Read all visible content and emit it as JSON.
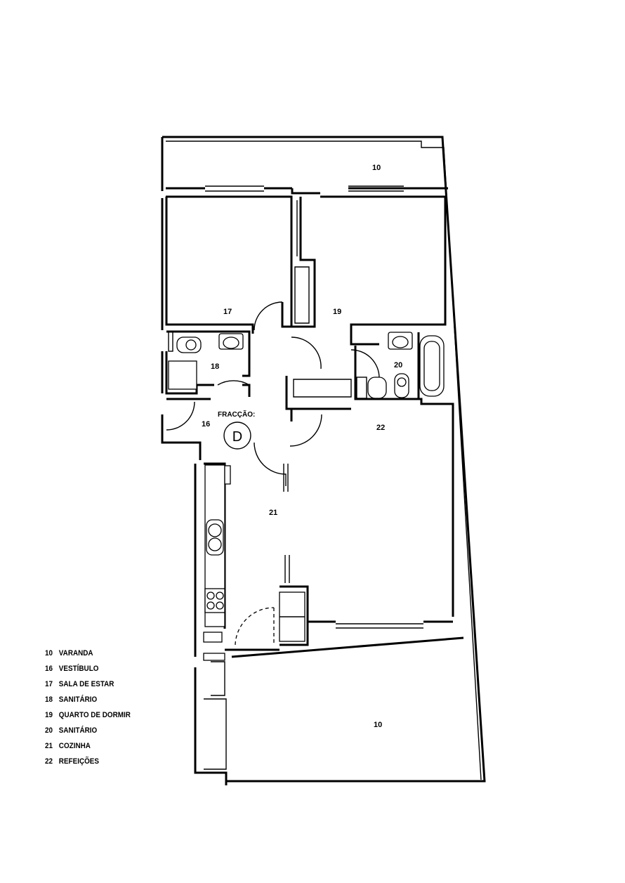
{
  "plan": {
    "rooms": [
      {
        "id": "10",
        "name": "VARANDA"
      },
      {
        "id": "16",
        "name": "VESTÍBULO"
      },
      {
        "id": "17",
        "name": "SALA DE ESTAR"
      },
      {
        "id": "18",
        "name": "SANITÁRIO"
      },
      {
        "id": "19",
        "name": "QUARTO DE DORMIR"
      },
      {
        "id": "20",
        "name": "SANITÁRIO"
      },
      {
        "id": "21",
        "name": "COZINHA"
      },
      {
        "id": "22",
        "name": "REFEIÇÕES"
      }
    ],
    "fraction_label": "FRACÇÃO:",
    "fraction_letter": "D"
  },
  "legend": [
    {
      "number": "10",
      "name": "VARANDA"
    },
    {
      "number": "16",
      "name": "VESTÍBULO"
    },
    {
      "number": "17",
      "name": "SALA DE ESTAR"
    },
    {
      "number": "18",
      "name": "SANITÁRIO"
    },
    {
      "number": "19",
      "name": "QUARTO DE DORMIR"
    },
    {
      "number": "20",
      "name": "SANITÁRIO"
    },
    {
      "number": "21",
      "name": "COZINHA"
    },
    {
      "number": "22",
      "name": "REFEIÇÕES"
    }
  ]
}
